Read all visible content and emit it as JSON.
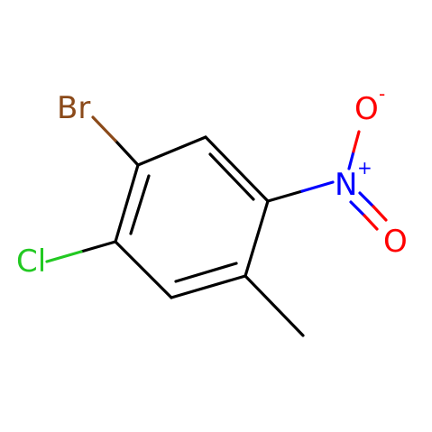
{
  "molecule": {
    "atoms": {
      "br": {
        "symbol": "Br",
        "color": "#8b4a1a"
      },
      "cl": {
        "symbol": "Cl",
        "color": "#22c922"
      },
      "n": {
        "symbol": "N",
        "charge": "+",
        "color": "#0000ff"
      },
      "o_minus": {
        "symbol": "O",
        "charge": "-",
        "color": "#ff0000"
      },
      "o_double": {
        "symbol": "O",
        "color": "#ff0000"
      }
    },
    "bond_color": "#000000"
  }
}
